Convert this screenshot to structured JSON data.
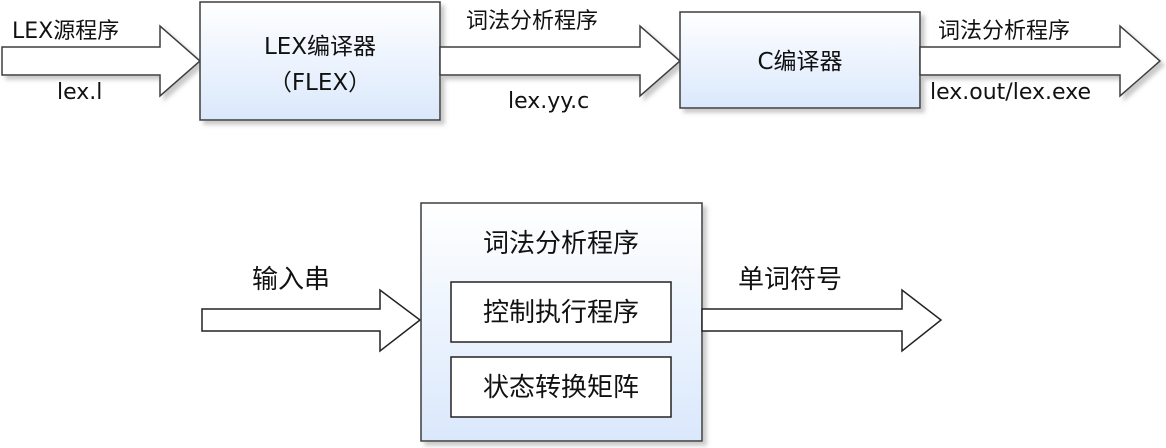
{
  "pipeline": {
    "input_label_top": "LEX源程序",
    "input_label_bottom": "lex.l",
    "lex_compiler": {
      "line1": "LEX编译器",
      "line2": "（FLEX）"
    },
    "mid_label_top": "词法分析程序",
    "mid_label_bottom": "lex.yy.c",
    "c_compiler": "C编译器",
    "output_label_top": "词法分析程序",
    "output_label_bottom": "lex.out/lex.exe"
  },
  "analyzer": {
    "title": "词法分析程序",
    "components": [
      "控制执行程序",
      "状态转换矩阵"
    ],
    "input_label": "输入串",
    "output_label": "单词符号"
  },
  "colors": {
    "box_gradient_top": "#ffffff",
    "box_gradient_bottom": "#dae8fc",
    "box_border": "#3c3c3c",
    "shadow": "#cccccc",
    "arrow_fill": "#ffffff",
    "arrow_stroke": "#3c3c3c"
  }
}
